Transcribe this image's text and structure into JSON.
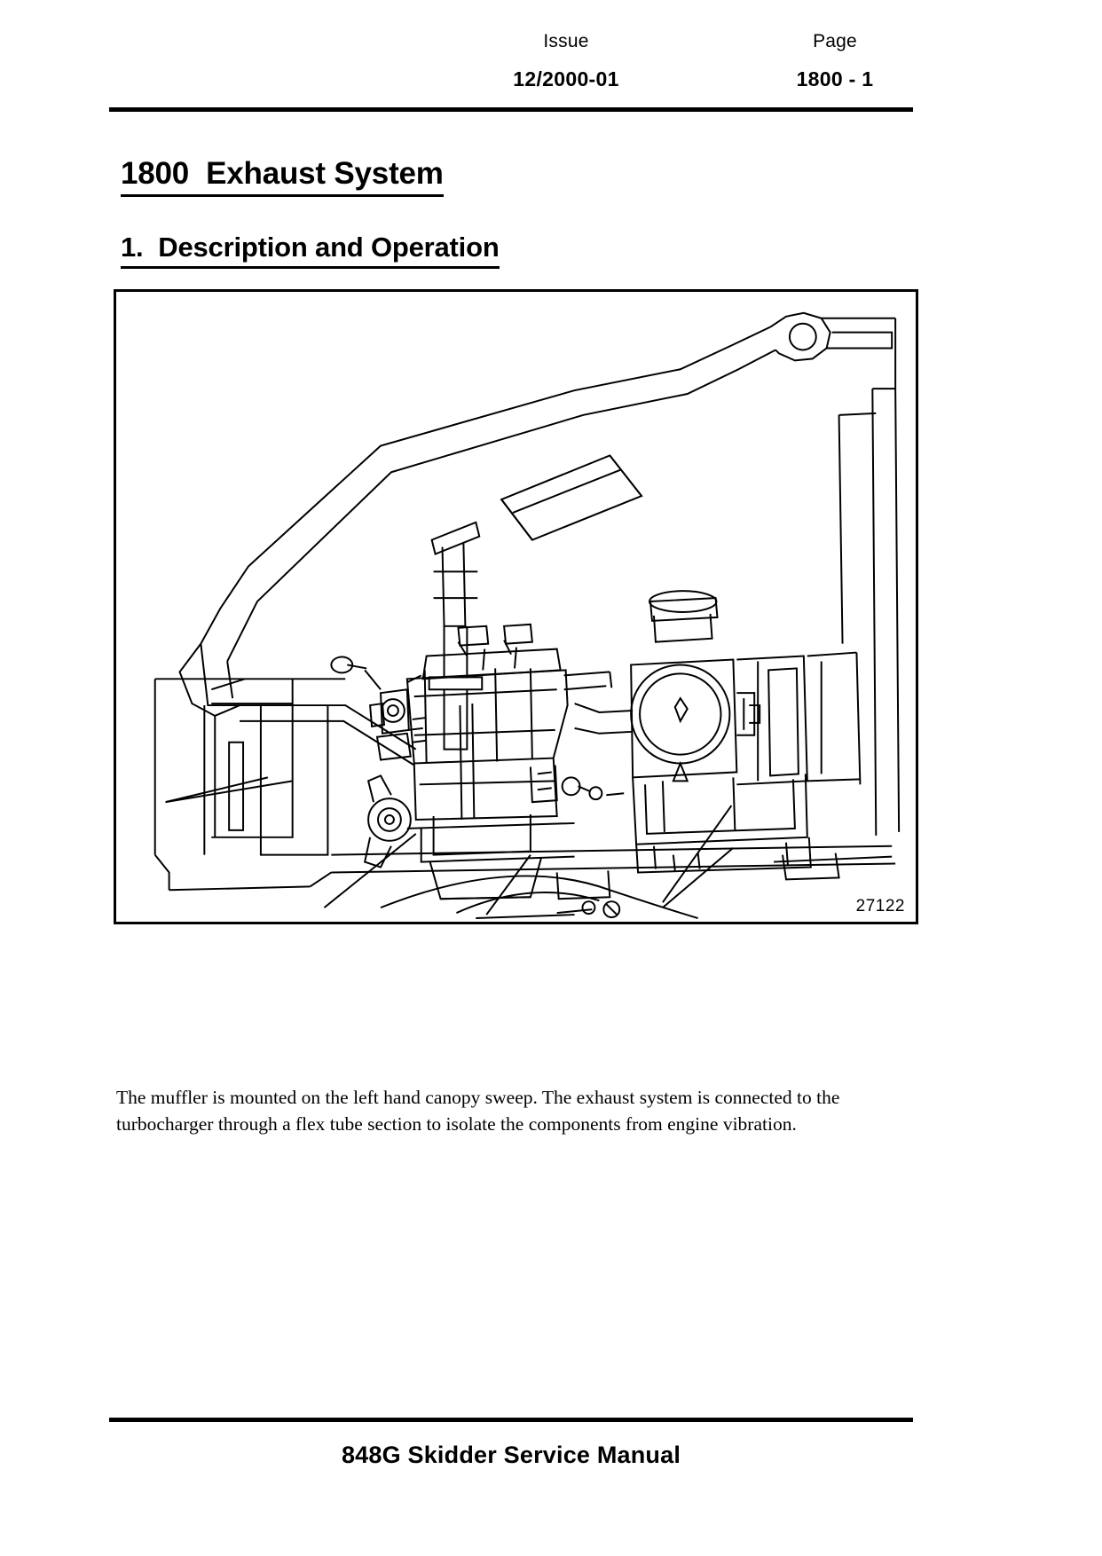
{
  "header": {
    "issue_label": "Issue",
    "issue_value": "12/2000-01",
    "page_label": "Page",
    "page_value": "1800 - 1"
  },
  "titles": {
    "section": "1800  Exhaust System",
    "subsection": "1.  Description and Operation"
  },
  "figure": {
    "id": "27122",
    "caption_alt": "Line drawing of skidder engine compartment showing muffler mounted on left hand canopy sweep, exhaust piping, flex tube and turbocharger connection"
  },
  "body": {
    "paragraph": "The muffler is mounted on the left hand canopy sweep. The exhaust system  is connected to the turbocharger through a flex tube section to isolate the components from engine vibration."
  },
  "footer": {
    "text": "848G Skidder Service Manual"
  },
  "colors": {
    "ink": "#000000",
    "paper": "#ffffff"
  }
}
